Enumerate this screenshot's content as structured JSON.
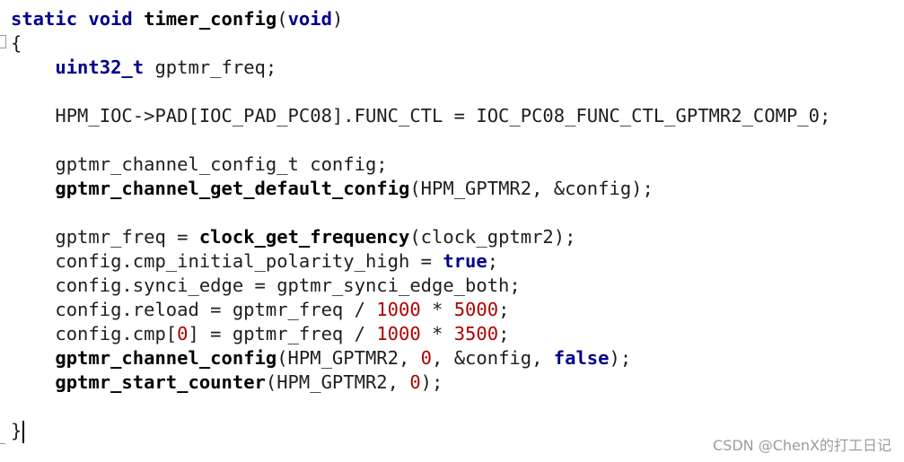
{
  "editor": {
    "lines": [
      [
        {
          "t": "static",
          "k": "kw"
        },
        {
          "t": " ",
          "k": "plain"
        },
        {
          "t": "void",
          "k": "kw"
        },
        {
          "t": " ",
          "k": "plain"
        },
        {
          "t": "timer_config",
          "k": "fn"
        },
        {
          "t": "(",
          "k": "plain"
        },
        {
          "t": "void",
          "k": "kw"
        },
        {
          "t": ")",
          "k": "plain"
        }
      ],
      [
        {
          "t": "{",
          "k": "plain"
        }
      ],
      [
        {
          "t": "    ",
          "k": "plain"
        },
        {
          "t": "uint32_t",
          "k": "type"
        },
        {
          "t": " gptmr_freq;",
          "k": "plain"
        }
      ],
      [],
      [
        {
          "t": "    HPM_IOC->PAD[IOC_PAD_PC08].FUNC_CTL = IOC_PC08_FUNC_CTL_GPTMR2_COMP_0;",
          "k": "plain"
        }
      ],
      [],
      [
        {
          "t": "    gptmr_channel_config_t config;",
          "k": "plain"
        }
      ],
      [
        {
          "t": "    ",
          "k": "plain"
        },
        {
          "t": "gptmr_channel_get_default_config",
          "k": "fn"
        },
        {
          "t": "(HPM_GPTMR2, &config);",
          "k": "plain"
        }
      ],
      [],
      [
        {
          "t": "    gptmr_freq = ",
          "k": "plain"
        },
        {
          "t": "clock_get_frequency",
          "k": "fn"
        },
        {
          "t": "(clock_gptmr2);",
          "k": "plain"
        }
      ],
      [
        {
          "t": "    config.cmp_initial_polarity_high = ",
          "k": "plain"
        },
        {
          "t": "true",
          "k": "kw"
        },
        {
          "t": ";",
          "k": "plain"
        }
      ],
      [
        {
          "t": "    config.synci_edge = gptmr_synci_edge_both;",
          "k": "plain"
        }
      ],
      [
        {
          "t": "    config.reload = gptmr_freq / ",
          "k": "plain"
        },
        {
          "t": "1000",
          "k": "num"
        },
        {
          "t": " * ",
          "k": "plain"
        },
        {
          "t": "5000",
          "k": "num"
        },
        {
          "t": ";",
          "k": "plain"
        }
      ],
      [
        {
          "t": "    config.cmp[",
          "k": "plain"
        },
        {
          "t": "0",
          "k": "num"
        },
        {
          "t": "] = gptmr_freq / ",
          "k": "plain"
        },
        {
          "t": "1000",
          "k": "num"
        },
        {
          "t": " * ",
          "k": "plain"
        },
        {
          "t": "3500",
          "k": "num"
        },
        {
          "t": ";",
          "k": "plain"
        }
      ],
      [
        {
          "t": "    ",
          "k": "plain"
        },
        {
          "t": "gptmr_channel_config",
          "k": "fn"
        },
        {
          "t": "(HPM_GPTMR2, ",
          "k": "plain"
        },
        {
          "t": "0",
          "k": "num"
        },
        {
          "t": ", &config, ",
          "k": "plain"
        },
        {
          "t": "false",
          "k": "kw"
        },
        {
          "t": ");",
          "k": "plain"
        }
      ],
      [
        {
          "t": "    ",
          "k": "plain"
        },
        {
          "t": "gptmr_start_counter",
          "k": "fn"
        },
        {
          "t": "(HPM_GPTMR2, ",
          "k": "plain"
        },
        {
          "t": "0",
          "k": "num"
        },
        {
          "t": ");",
          "k": "plain"
        }
      ],
      [],
      [
        {
          "t": "}",
          "k": "plain"
        }
      ]
    ]
  },
  "watermark": "CSDN @ChenX的打工日记",
  "colors": {
    "keyword": "#00008b",
    "number": "#b00000",
    "text": "#1e1e1e",
    "watermark": "#9c9c9c"
  }
}
